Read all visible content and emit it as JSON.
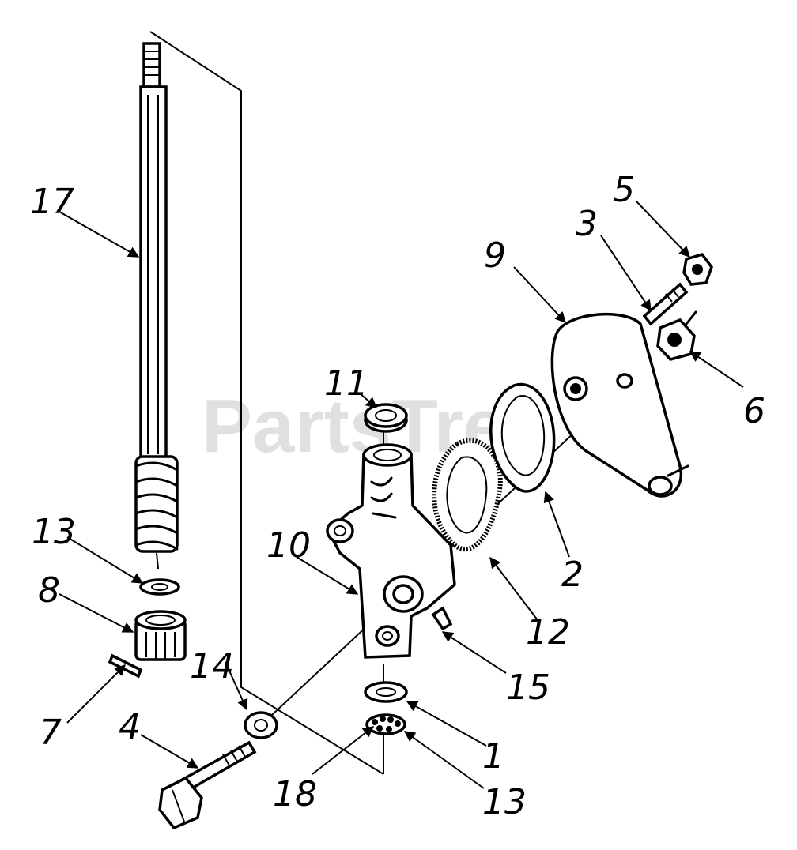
{
  "watermark": "PartsTree",
  "callouts": {
    "c1": "1",
    "c2": "2",
    "c3": "3",
    "c4": "4",
    "c5": "5",
    "c6": "6",
    "c7": "7",
    "c8": "8",
    "c9": "9",
    "c10": "10",
    "c11": "11",
    "c12": "12",
    "c13a": "13",
    "c13b": "13",
    "c14": "14",
    "c15": "15",
    "c17": "17",
    "c18": "18"
  }
}
